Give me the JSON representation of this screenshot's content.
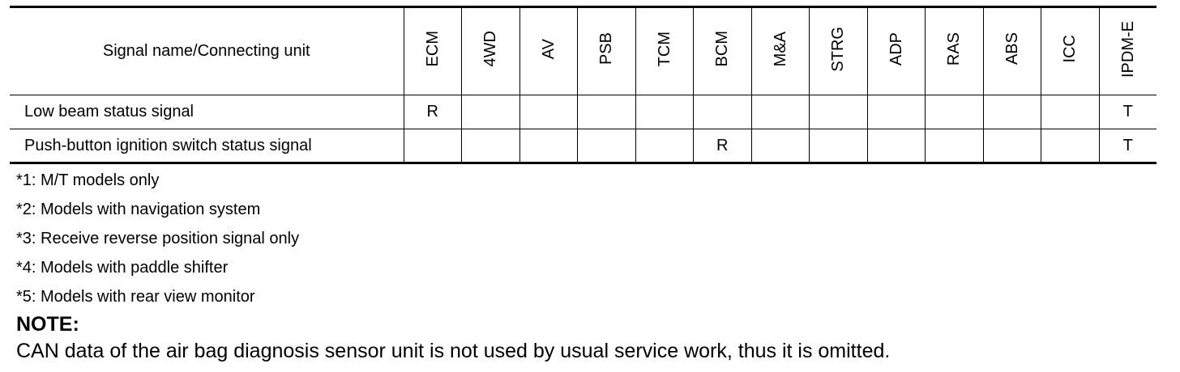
{
  "table": {
    "header_signal": "Signal name/Connecting unit",
    "units": [
      "ECM",
      "4WD",
      "AV",
      "PSB",
      "TCM",
      "BCM",
      "M&A",
      "STRG",
      "ADP",
      "RAS",
      "ABS",
      "ICC",
      "IPDM-E"
    ],
    "rows": [
      {
        "signal": "Low beam status signal",
        "cells": [
          "R",
          "",
          "",
          "",
          "",
          "",
          "",
          "",
          "",
          "",
          "",
          "",
          "T"
        ]
      },
      {
        "signal": "Push-button ignition switch status signal",
        "cells": [
          "",
          "",
          "",
          "",
          "",
          "R",
          "",
          "",
          "",
          "",
          "",
          "",
          "T"
        ]
      }
    ]
  },
  "footnotes": [
    "*1: M/T models only",
    "*2: Models with navigation system",
    "*3: Receive reverse position signal only",
    "*4: Models with paddle shifter",
    "*5: Models with rear view monitor"
  ],
  "note": {
    "title": "NOTE:",
    "text": "CAN data of the air bag diagnosis sensor unit is not used by usual service work, thus it is omitted."
  }
}
